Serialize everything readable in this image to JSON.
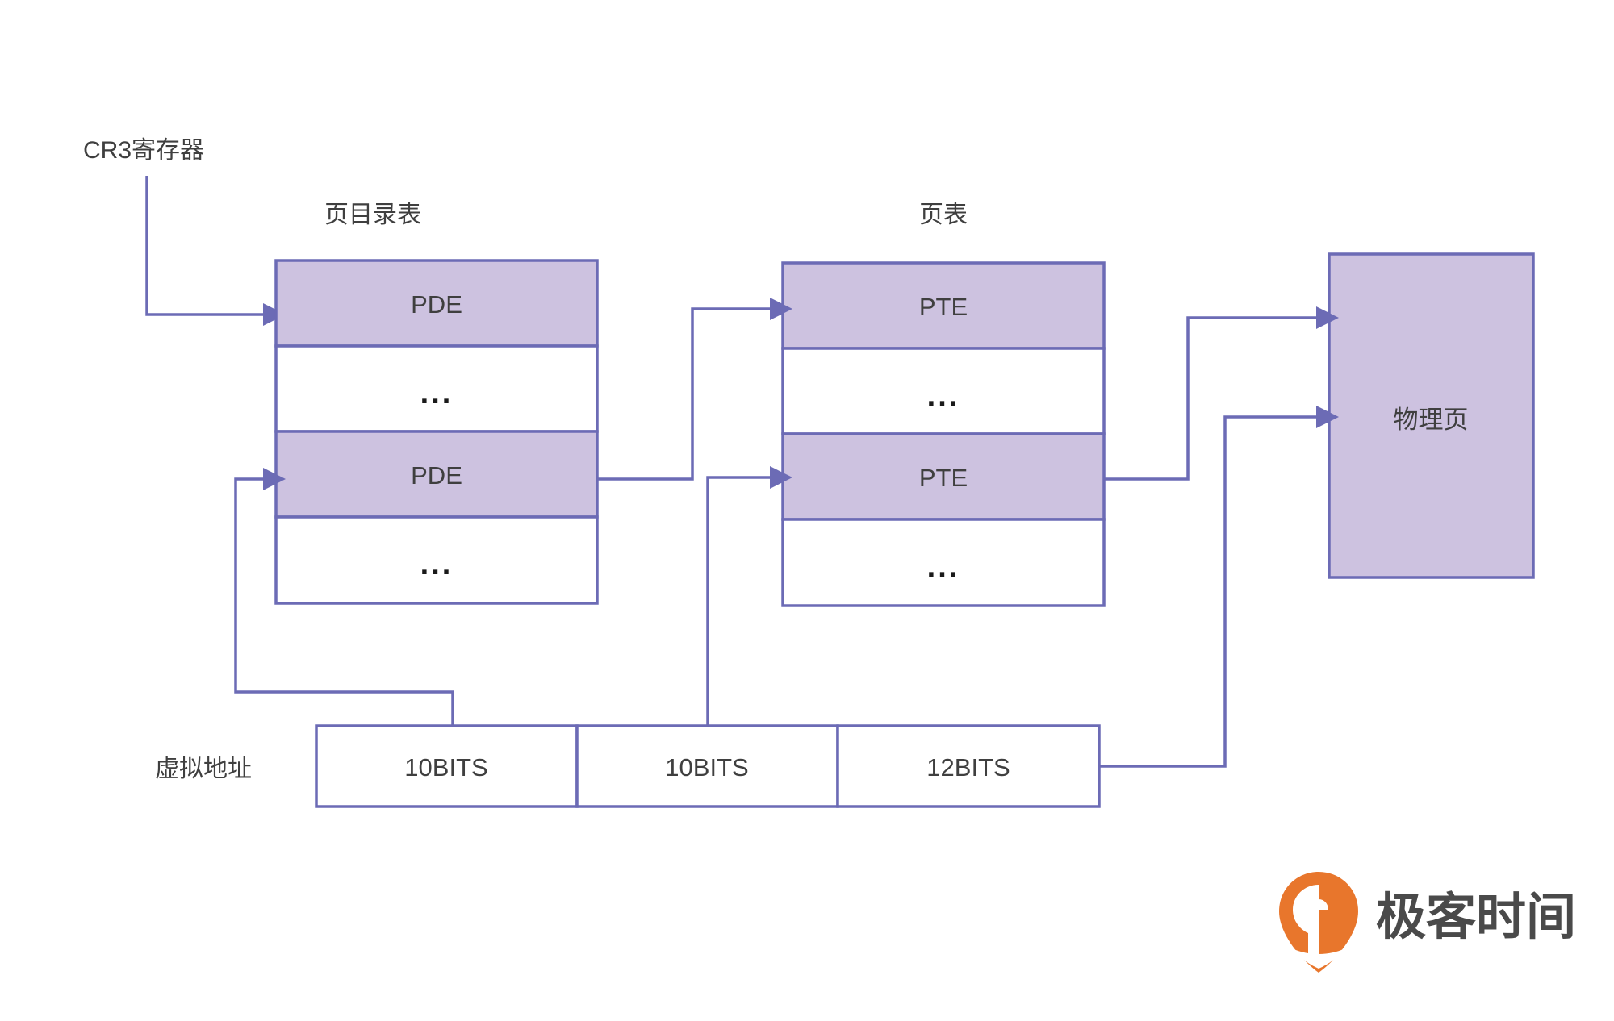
{
  "diagram": {
    "title_cr3": "CR3寄存器",
    "label_page_directory": "页目录表",
    "label_page_table": "页表",
    "label_physical_page": "物理页",
    "label_virtual_address": "虚拟地址",
    "ellipsis": "...",
    "page_directory": {
      "name": "页目录表",
      "rows": [
        {
          "label": "PDE",
          "highlighted": true
        },
        {
          "label": "...",
          "highlighted": false
        },
        {
          "label": "PDE",
          "highlighted": true
        },
        {
          "label": "...",
          "highlighted": false
        }
      ]
    },
    "page_table": {
      "name": "页表",
      "rows": [
        {
          "label": "PTE",
          "highlighted": true
        },
        {
          "label": "...",
          "highlighted": false
        },
        {
          "label": "PTE",
          "highlighted": true
        },
        {
          "label": "...",
          "highlighted": false
        }
      ]
    },
    "physical_page": {
      "label": "物理页"
    },
    "virtual_address": {
      "label": "虚拟地址",
      "fields": [
        {
          "label": "10BITS",
          "bits": 10
        },
        {
          "label": "10BITS",
          "bits": 10
        },
        {
          "label": "12BITS",
          "bits": 12
        }
      ]
    },
    "colors": {
      "line": "#6c6bb5",
      "fill_highlight": "#cdc2e0",
      "fill_plain": "#ffffff",
      "text": "#3f3f3f",
      "brand_orange": "#e8762c"
    }
  },
  "watermark": {
    "brand_text": "极客时间",
    "mark": "geektime-logo-icon"
  }
}
